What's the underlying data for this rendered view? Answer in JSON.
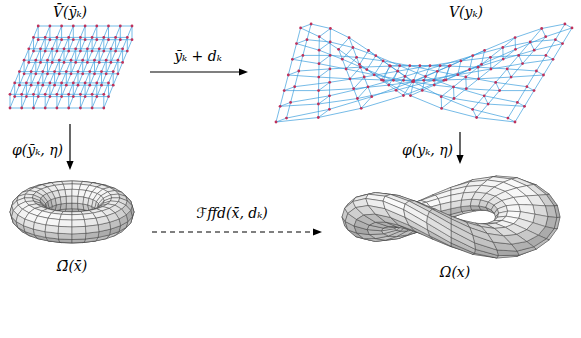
{
  "diagram": {
    "nodes": [
      {
        "text": [
          "V̄(ȳₖ)"
        ]
      },
      {
        "text": [
          "V(yₖ)"
        ]
      },
      {
        "text": [
          "Ω̄(x̄)"
        ]
      },
      {
        "text": [
          "Ω(x)"
        ]
      }
    ],
    "edges": [
      {
        "from": 0,
        "to": 1,
        "label": "ȳₖ + dₖ",
        "arrow": "to"
      },
      {
        "from": 0,
        "to": 2,
        "label": "φ(ȳₖ, η)",
        "arrow": "to"
      },
      {
        "from": 1,
        "to": 3,
        "label": "φ(yₖ, η)",
        "arrow": "to"
      },
      {
        "from": 2,
        "to": 3,
        "label": "ℱffd(x̄, dₖ)",
        "arrow": "to"
      }
    ]
  }
}
